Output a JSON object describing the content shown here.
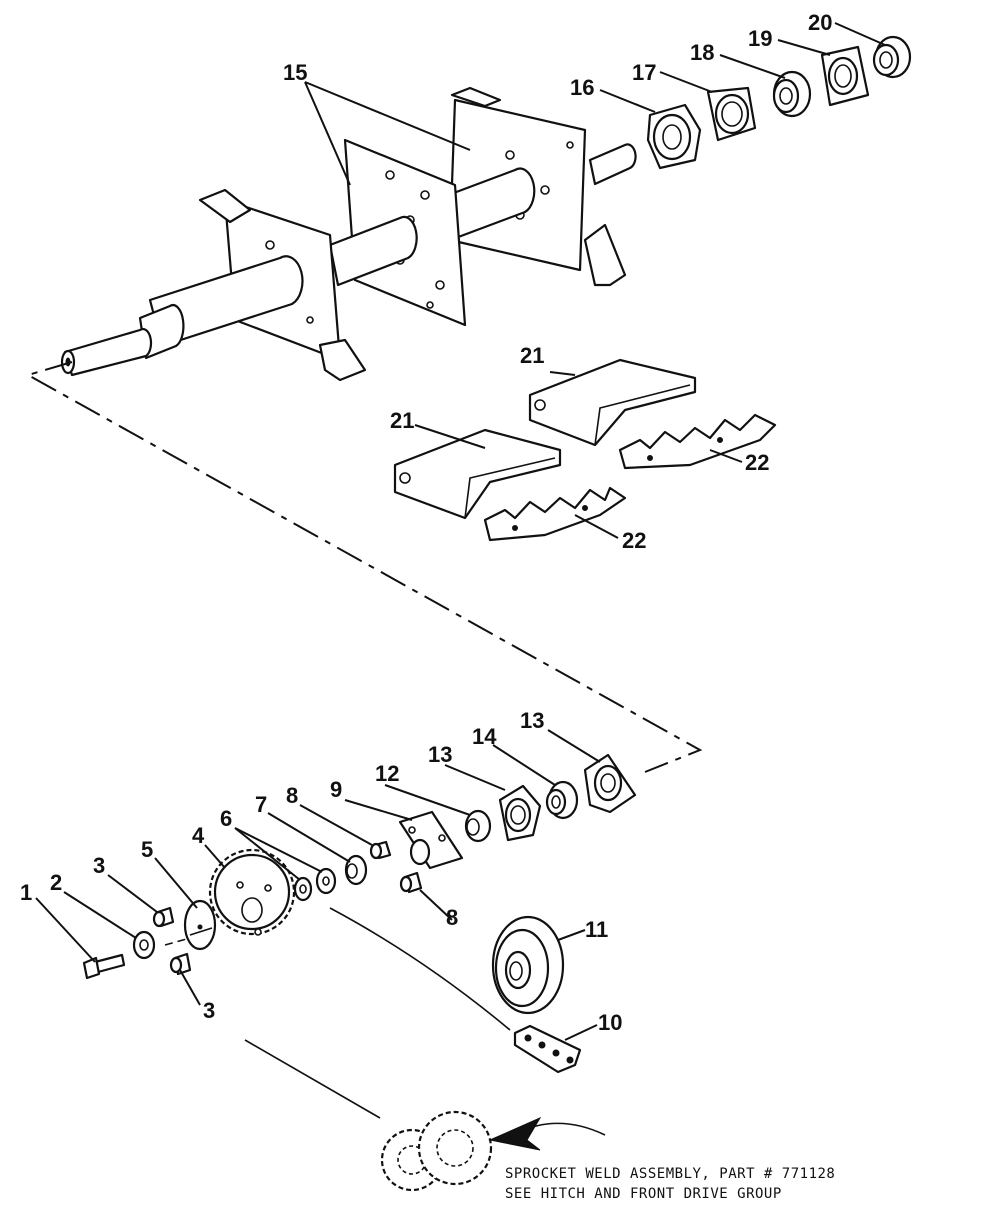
{
  "diagram": {
    "callouts": [
      {
        "id": "c1",
        "label": "1"
      },
      {
        "id": "c2",
        "label": "2"
      },
      {
        "id": "c3a",
        "label": "3"
      },
      {
        "id": "c3b",
        "label": "3"
      },
      {
        "id": "c4",
        "label": "4"
      },
      {
        "id": "c5",
        "label": "5"
      },
      {
        "id": "c6",
        "label": "6"
      },
      {
        "id": "c7",
        "label": "7"
      },
      {
        "id": "c8a",
        "label": "8"
      },
      {
        "id": "c8b",
        "label": "8"
      },
      {
        "id": "c9",
        "label": "9"
      },
      {
        "id": "c10",
        "label": "10"
      },
      {
        "id": "c11",
        "label": "11"
      },
      {
        "id": "c12",
        "label": "12"
      },
      {
        "id": "c13a",
        "label": "13"
      },
      {
        "id": "c13b",
        "label": "13"
      },
      {
        "id": "c14",
        "label": "14"
      },
      {
        "id": "c15",
        "label": "15"
      },
      {
        "id": "c16",
        "label": "16"
      },
      {
        "id": "c17",
        "label": "17"
      },
      {
        "id": "c18",
        "label": "18"
      },
      {
        "id": "c19",
        "label": "19"
      },
      {
        "id": "c20",
        "label": "20"
      },
      {
        "id": "c21a",
        "label": "21"
      },
      {
        "id": "c21b",
        "label": "21"
      },
      {
        "id": "c22a",
        "label": "22"
      },
      {
        "id": "c22b",
        "label": "22"
      }
    ],
    "note": {
      "line1": "SPROCKET WELD ASSEMBLY, PART # 771128",
      "line2": "SEE HITCH AND FRONT DRIVE GROUP"
    }
  }
}
